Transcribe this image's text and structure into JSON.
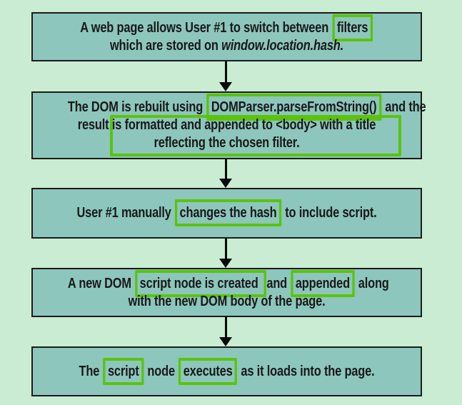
{
  "colors": {
    "page_bg": "#c9ecd2",
    "box_fill": "#8dc6bc",
    "box_border": "#1c1c1c",
    "text": "#191919",
    "highlight": "#5bc30e",
    "arrow": "#0a0a0a"
  },
  "flowchart": {
    "description": "Vertical 5-step flowchart connected by downward arrows; key phrases outlined with bright green highlight rectangles.",
    "boxes": [
      {
        "name": "step-1",
        "lines": [
          [
            {
              "t": "A web page allows User #1 to switch between "
            },
            {
              "t": "filters",
              "hl": true
            }
          ],
          [
            {
              "t": "which are stored on "
            },
            {
              "t": "window.location.hash.",
              "i": true
            }
          ]
        ]
      },
      {
        "name": "step-2",
        "multiline_highlight": true,
        "lines": [
          [
            {
              "t": "The DOM is rebuilt using "
            },
            {
              "t": "DOMParser.parseFromString()",
              "hl": true
            },
            {
              "t": " and the"
            }
          ],
          [
            {
              "t": "result is "
            },
            {
              "t": "formatted and appended to <body> with a title",
              "hl": "group"
            }
          ],
          [
            {
              "t": "reflecting the chosen filter.",
              "hl": "group"
            }
          ]
        ]
      },
      {
        "name": "step-3",
        "lines": [
          [
            {
              "t": "User #1 manually "
            },
            {
              "t": "changes the hash",
              "hl": true
            },
            {
              "t": " to include script."
            }
          ]
        ]
      },
      {
        "name": "step-4",
        "lines": [
          [
            {
              "t": "A new DOM "
            },
            {
              "t": "script node is created ",
              "hl": true
            },
            {
              "t": " and "
            },
            {
              "t": "appended",
              "hl": true
            },
            {
              "t": " along"
            }
          ],
          [
            {
              "t": "with the new DOM body of the page."
            }
          ]
        ]
      },
      {
        "name": "step-5",
        "lines": [
          [
            {
              "t": "The "
            },
            {
              "t": "script",
              "hl": true
            },
            {
              "t": " node "
            },
            {
              "t": "executes",
              "hl": true
            },
            {
              "t": " as it loads into the page."
            }
          ]
        ]
      }
    ],
    "arrow_count": 4,
    "arrow_icon": "arrow-down-icon"
  }
}
